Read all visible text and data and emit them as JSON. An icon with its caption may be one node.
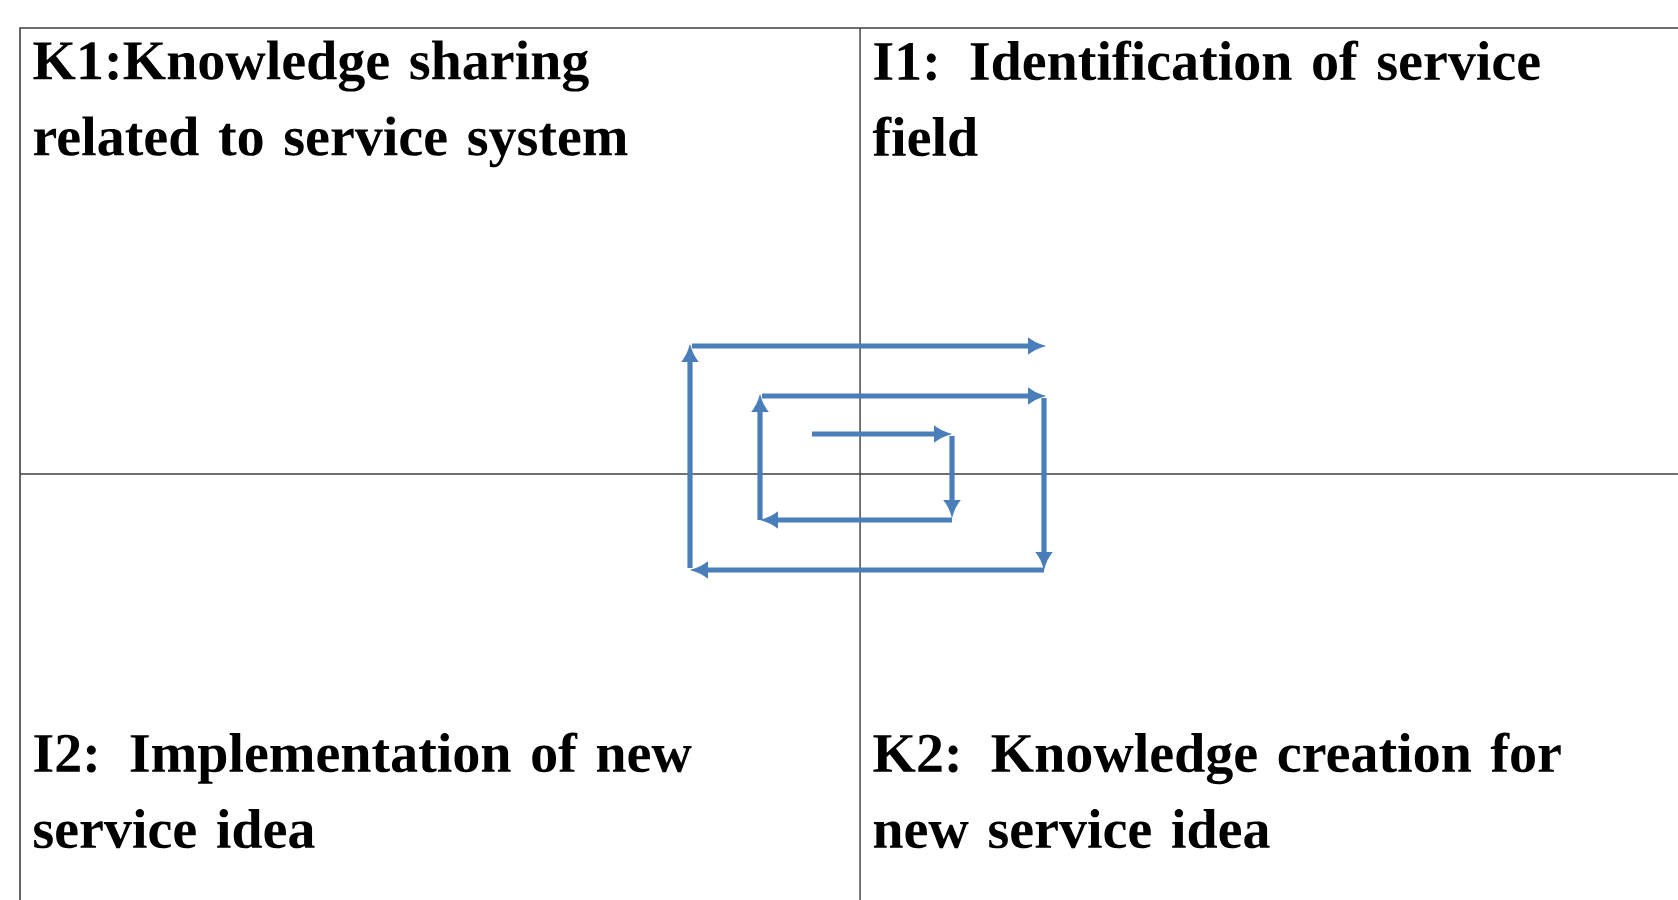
{
  "diagram": {
    "nodes": [
      {
        "text": [
          "K1:Knowledge sharing related to service system"
        ]
      },
      {
        "text": [
          "I1: Identification of service field"
        ]
      },
      {
        "text": [
          "I2: Implementation of new service idea"
        ]
      },
      {
        "text": [
          "K2: Knowledge creation for new service idea"
        ]
      }
    ]
  }
}
